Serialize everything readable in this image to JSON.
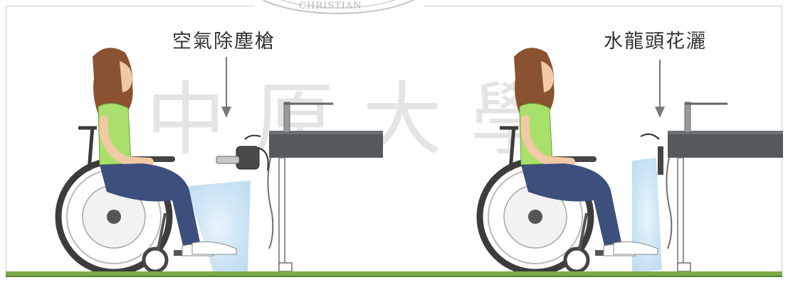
{
  "watermark": {
    "text": "中原大學",
    "seal_text": "CHRISTIAN"
  },
  "scenes": [
    {
      "label": "空氣除塵槍"
    },
    {
      "label": "水龍頭花灑"
    }
  ],
  "colors": {
    "floor": "#7cab4a",
    "counter_top": "#55595c",
    "shirt": "#a9e06b",
    "jeans": "#3d4f7d",
    "hair": "#8a5230",
    "spray": "#a9d3ef",
    "arrow": "#7a7a7a"
  }
}
